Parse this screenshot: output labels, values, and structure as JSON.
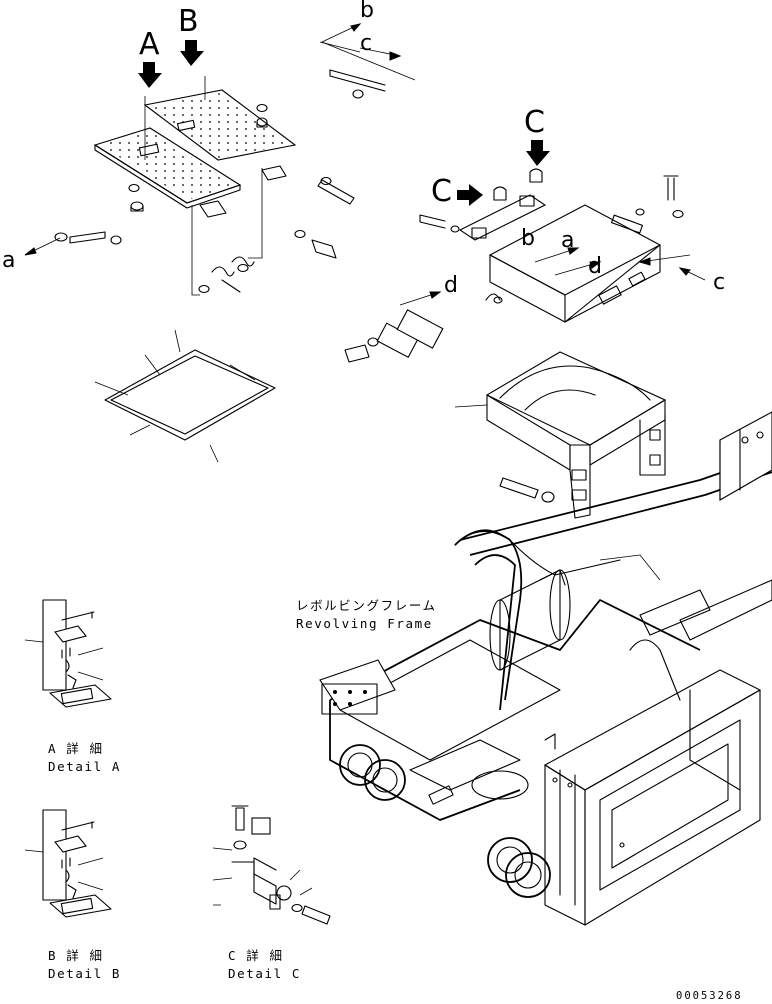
{
  "view_labels": {
    "A": "A",
    "B": "B",
    "C_top": "C",
    "C_left": "C"
  },
  "arrow_labels": {
    "a_left": "a",
    "a_right": "a",
    "b_top": "b",
    "b_right": "b",
    "c_top": "c",
    "c_right": "c",
    "d_right": "d",
    "d_mid": "d"
  },
  "frame_label": {
    "jp": "レボルビングフレーム",
    "en": "Revolving Frame"
  },
  "details": [
    {
      "jp": "A 詳 細",
      "en": "Detail A"
    },
    {
      "jp": "B 詳 細",
      "en": "Detail B"
    },
    {
      "jp": "C 詳 細",
      "en": "Detail C"
    }
  ],
  "drawing_code": "00053268"
}
